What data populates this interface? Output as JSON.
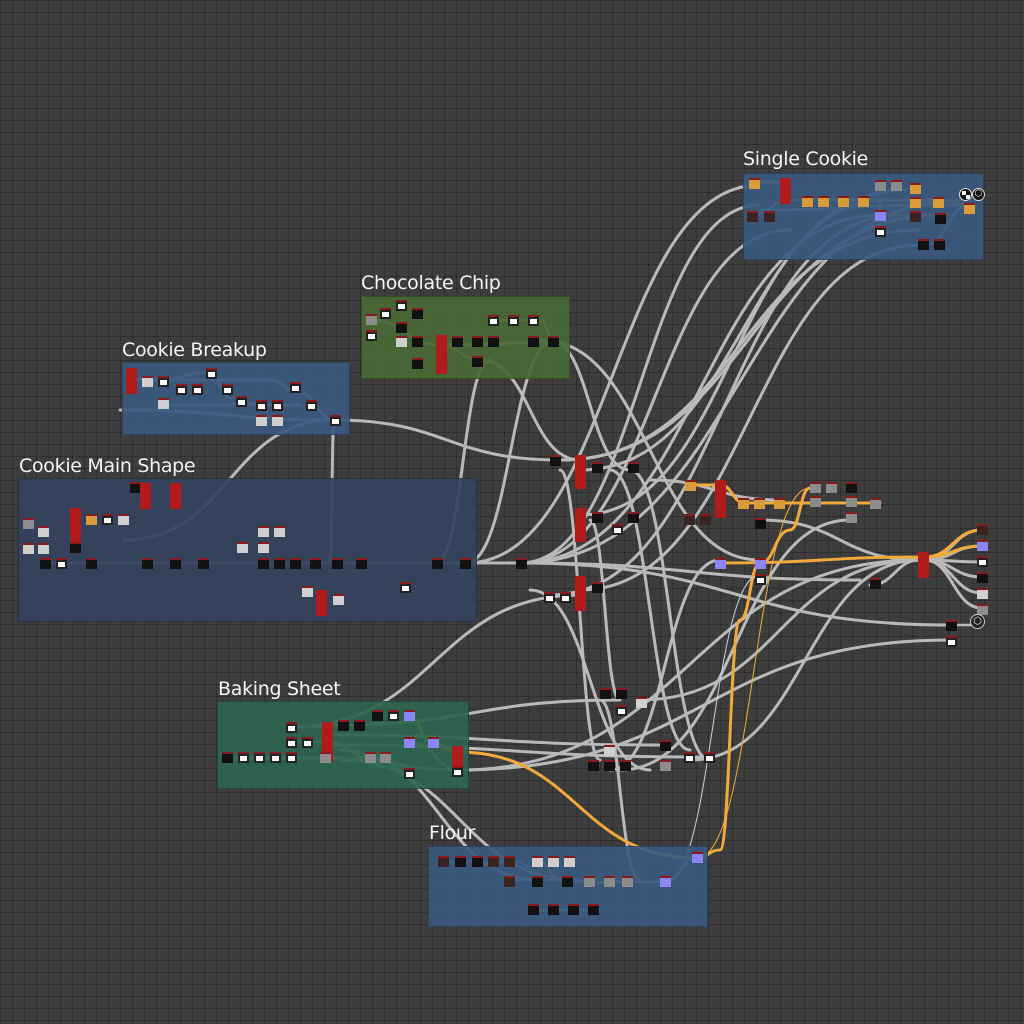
{
  "canvas": {
    "background": "#3d3d3d",
    "wire_color": "#b9b9b9",
    "highlight_wire_color": "#f2a93b"
  },
  "frames": [
    {
      "id": "single-cookie",
      "title": "Single Cookie",
      "color": "#3a5a80"
    },
    {
      "id": "chocolate-chip",
      "title": "Chocolate Chip",
      "color": "#4a6a35"
    },
    {
      "id": "cookie-breakup",
      "title": "Cookie Breakup",
      "color": "#3a5a80"
    },
    {
      "id": "cookie-main-shape",
      "title": "Cookie Main Shape",
      "color": "#34445e"
    },
    {
      "id": "baking-sheet",
      "title": "Baking Sheet",
      "color": "#2e6650"
    },
    {
      "id": "flour",
      "title": "Flour",
      "color": "#3a5a80"
    }
  ],
  "node_colors": {
    "output_red": "#b11b1b",
    "orange": "#d99a3a",
    "blue": "#8a86f5",
    "white": "#ffffff",
    "black": "#111111",
    "gray": "#8c8c8c",
    "noise": "#cfcfcf",
    "brown": "#3a2320"
  },
  "output_icons": [
    {
      "name": "checker-icon"
    },
    {
      "name": "cube-icon"
    },
    {
      "name": "cube-icon-output"
    }
  ]
}
